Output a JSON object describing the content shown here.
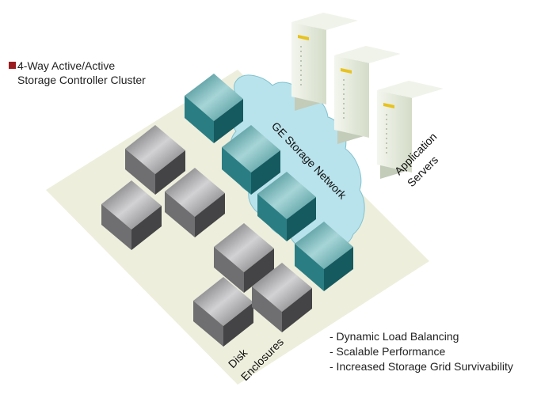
{
  "title": {
    "line1": "4-Way Active/Active",
    "line2": "Storage Controller Cluster"
  },
  "network_label": "GE Storage Network",
  "servers_label": {
    "line1": "Application",
    "line2": "Servers"
  },
  "disk_label": {
    "line1": "Disk",
    "line2": "Enclosures"
  },
  "features": [
    "- Dynamic Load Balancing",
    "- Scalable Performance",
    "- Increased Storage Grid Survivability"
  ],
  "icons": {
    "legend_marker": "square-bullet",
    "server": "tower-server",
    "controller": "storage-controller-box",
    "disk": "disk-enclosure-box",
    "network": "cloud"
  },
  "colors": {
    "accent": "#9b1c20",
    "platform": "#eeeedd",
    "cloud": "#b9e3ec",
    "controller_top": "#6fb4b7",
    "controller_front": "#1f6d72",
    "disk_top": "#8a8a8c",
    "disk_front": "#4f4f51",
    "server_front": "#e2e8d8",
    "server_side": "#c3cbb9",
    "text": "#222222"
  }
}
